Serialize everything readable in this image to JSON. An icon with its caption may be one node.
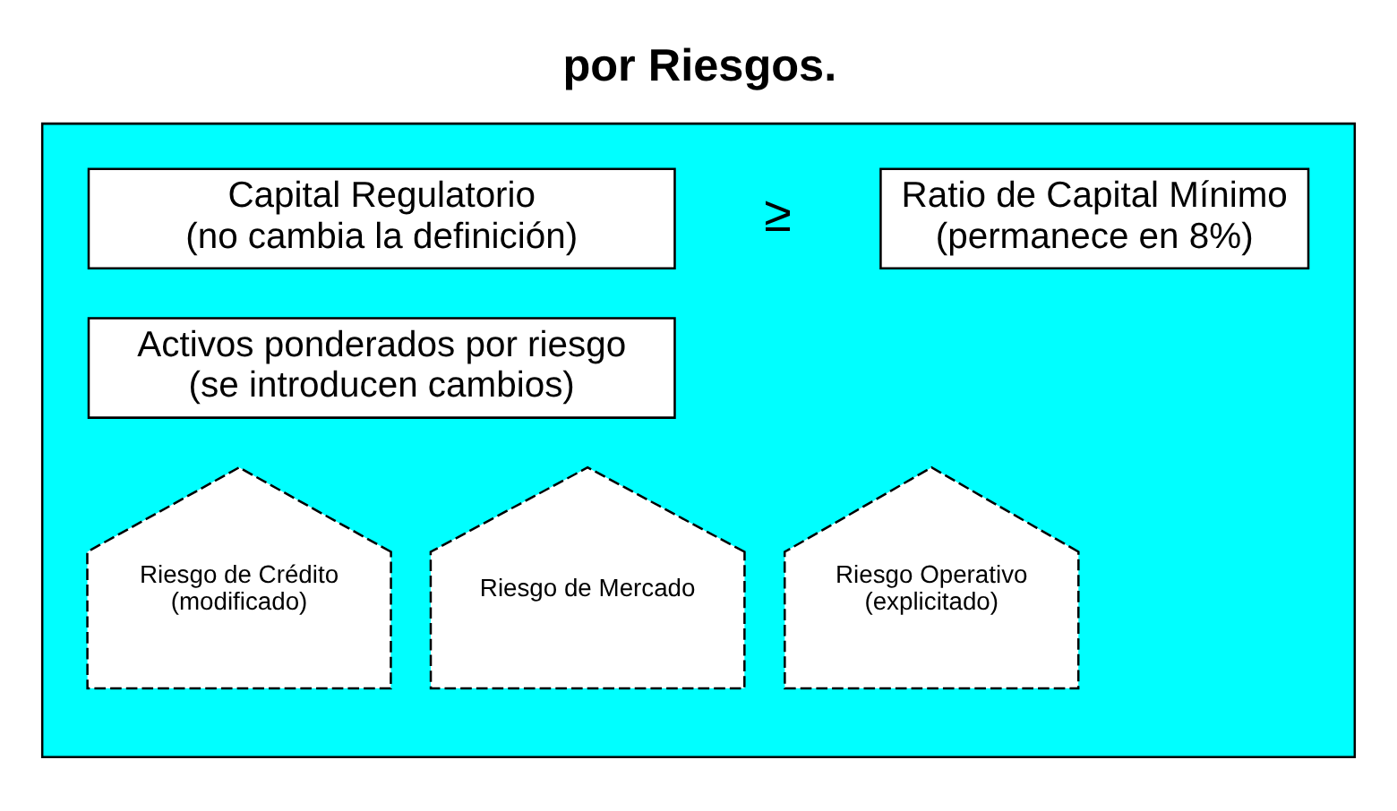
{
  "diagram": {
    "title": "por Riesgos.",
    "nodes": [
      {
        "text": [],
        "shape": "box"
      },
      {
        "text": [
          "Capital Regulatorio",
          "(no cambia la definición)"
        ],
        "in": 0
      },
      {
        "text": [
          "Activos ponderados por riesgo",
          "(se introducen cambios)"
        ],
        "in": 0
      },
      {
        "text": [
          "Ratio de Capital Mínimo",
          "(permanece en 8%)"
        ],
        "in": 0
      },
      {
        "text": [
          "Riesgo de Crédito",
          "(modificado)"
        ],
        "in": 0
      },
      {
        "text": [
          "Riesgo de Mercado"
        ],
        "in": 0
      },
      {
        "text": [
          "Riesgo Operativo",
          "(explicitado)"
        ],
        "in": 0
      }
    ],
    "labels": [
      "≥"
    ]
  }
}
